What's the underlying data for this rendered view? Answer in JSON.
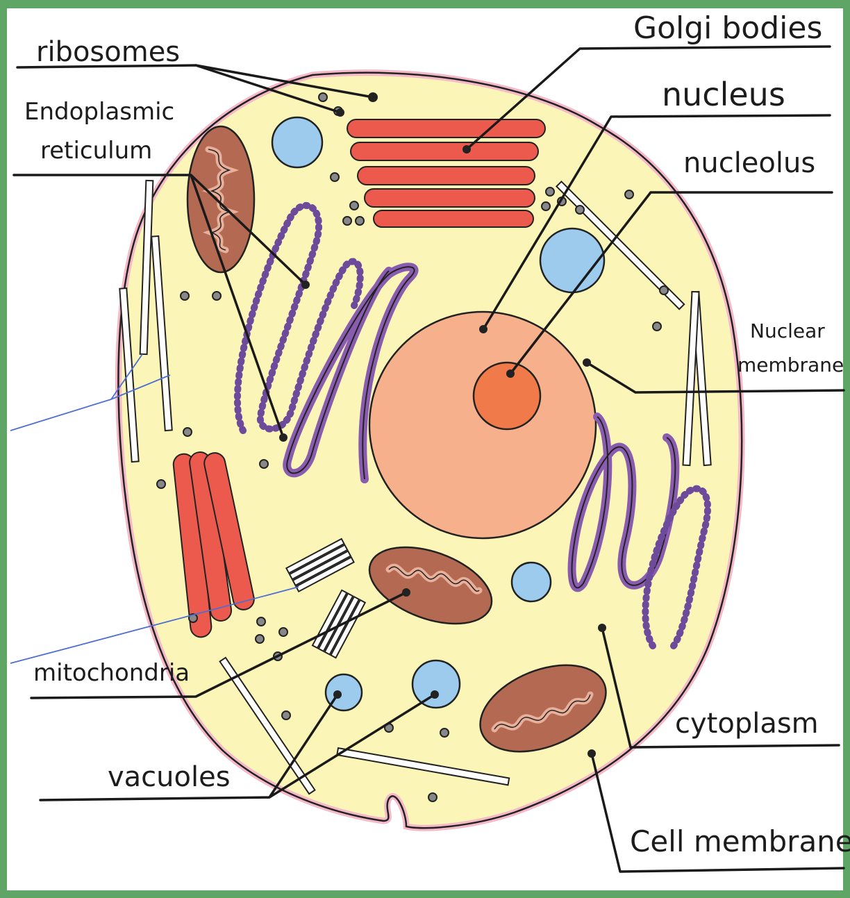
{
  "diagram": {
    "labels": {
      "golgi": "Golgi bodies",
      "ribosomes": "ribosomes",
      "nucleus": "nucleus",
      "er_line1": "Endoplasmic",
      "er_line2": "reticulum",
      "nucleolus": "nucleolus",
      "nuclear_line1": "Nuclear",
      "nuclear_line2": "membrane",
      "mitochondria": "mitochondria",
      "cytoplasm": "cytoplasm",
      "vacuoles": "vacuoles",
      "cell_membrane": "Cell membrane"
    },
    "colors": {
      "background": "#5fa566",
      "paper": "#ffffff",
      "cytoplasm": "#fbf5b8",
      "cell_membrane": "#f5b8c8",
      "nucleus": "#f6b08c",
      "nucleolus": "#f07a4a",
      "golgi": "#ec5a4e",
      "er": "#8a5cb0",
      "mitochondria": "#b46a52",
      "vacuole": "#9ccbee"
    }
  }
}
